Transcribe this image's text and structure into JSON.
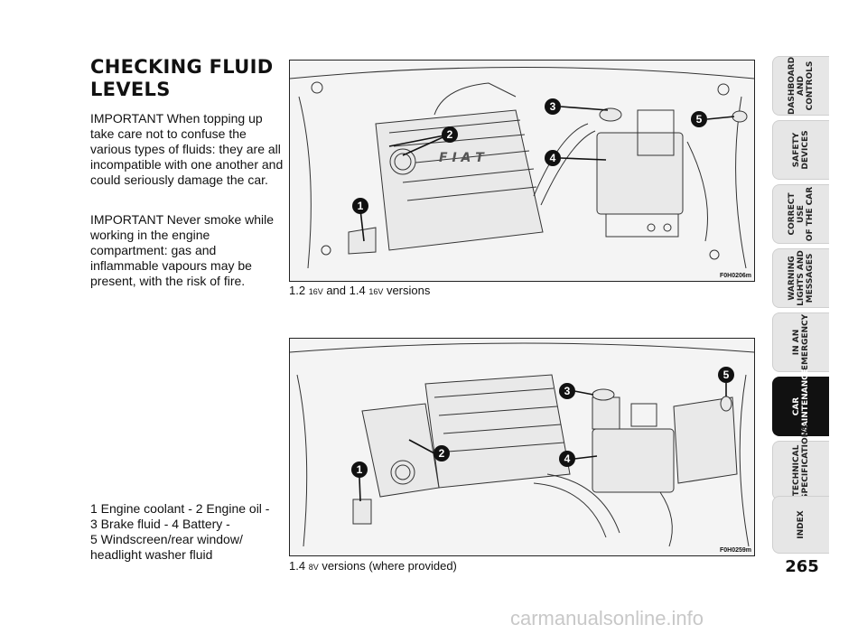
{
  "heading": "CHECKING FLUID LEVELS",
  "paragraphs": [
    "IMPORTANT When topping up take care not to confuse the various types of fluids: they are all incompatible with one another and could seriously damage the car.",
    "IMPORTANT Never smoke while working in the engine compartment: gas and inflammable vapours may be present, with the risk of fire."
  ],
  "legend": [
    "1 Engine coolant - 2 Engine oil -",
    "3 Brake fluid - 4 Battery -",
    "5 Windscreen/rear window/",
    "headlight washer fluid"
  ],
  "figures": [
    {
      "code": "F0H0206m",
      "caption": {
        "p1": "1.2 ",
        "s1": "16V",
        "p2": " and 1.4 ",
        "s2": "16V",
        "p3": " versions"
      },
      "brand": "F I A T",
      "callouts": [
        "1",
        "2",
        "3",
        "4",
        "5"
      ]
    },
    {
      "code": "F0H0259m",
      "caption": {
        "p1": "1.4 ",
        "s1": "8V",
        "p2": " versions (where provided)"
      },
      "callouts": [
        "1",
        "2",
        "3",
        "4",
        "5"
      ]
    }
  ],
  "tabs": [
    "DASHBOARD\nAND CONTROLS",
    "SAFETY\nDEVICES",
    "CORRECT USE\nOF THE CAR",
    "WARNING\nLIGHTS AND\nMESSAGES",
    "IN AN\nEMERGENCY",
    "CAR\nMAINTENANCE",
    "TECHNICAL\nSPECIFICATIONS",
    "INDEX"
  ],
  "active_tab_index": 5,
  "page_number": "265",
  "watermark": "carmanualsonline.info",
  "colors": {
    "active_tab": "#111111",
    "tab": "#e6e6e6",
    "callout": "#111111"
  }
}
